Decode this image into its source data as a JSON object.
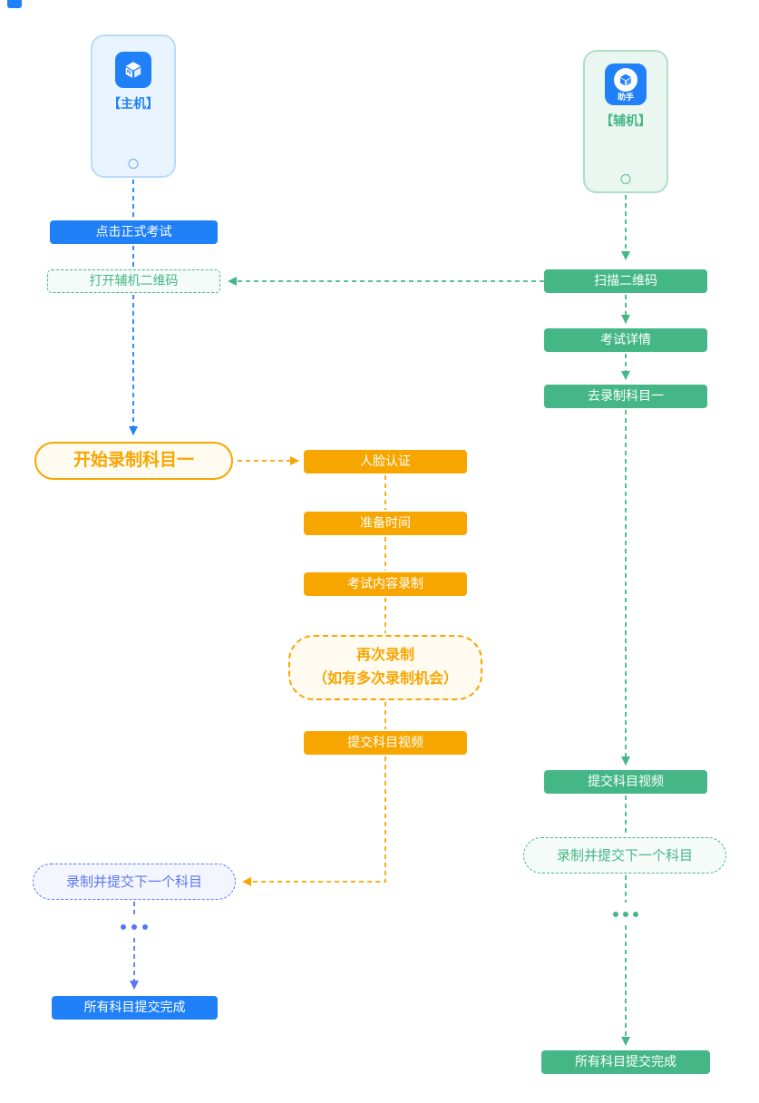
{
  "colors": {
    "primary_blue": "#2080F7",
    "green": "#45B787",
    "orange": "#F7A600",
    "indigo": "#5B75F5"
  },
  "main_device": {
    "label": "【主机】",
    "steps": {
      "click_exam": "点击正式考试",
      "open_qr": "打开辅机二维码",
      "start_record": "开始录制科目一",
      "next_subject": "录制并提交下一个科目",
      "all_done": "所有科目提交完成"
    }
  },
  "record_flow": {
    "face_auth": "人脸认证",
    "prep_time": "准备时间",
    "content_record": "考试内容录制",
    "re_record_line1": "再次录制",
    "re_record_line2": "（如有多次录制机会）",
    "submit_video": "提交科目视频"
  },
  "aux_device": {
    "label": "【辅机】",
    "app_name": "助手",
    "steps": {
      "scan_qr": "扫描二维码",
      "exam_detail": "考试详情",
      "go_record": "去录制科目一",
      "submit_video": "提交科目视频",
      "next_subject": "录制并提交下一个科目",
      "all_done": "所有科目提交完成"
    }
  }
}
